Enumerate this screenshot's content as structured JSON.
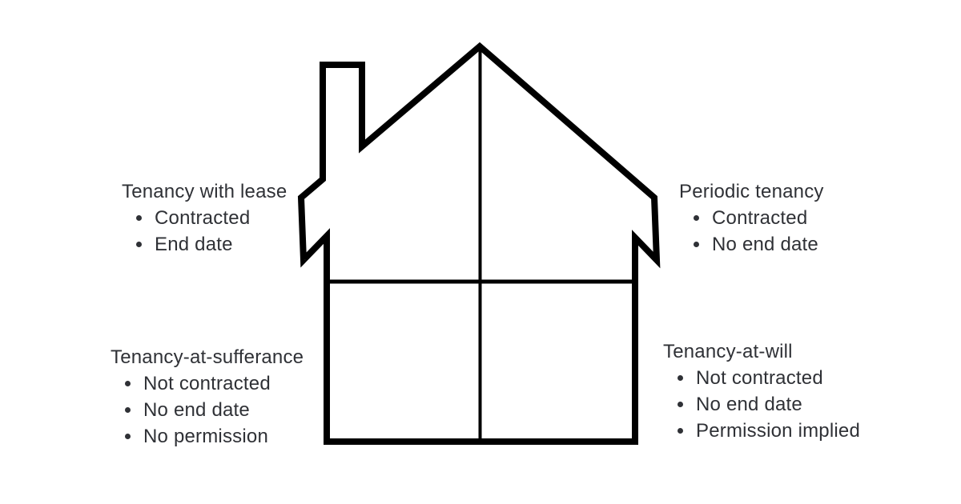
{
  "colors": {
    "line": "#000000",
    "text": "#2f3136",
    "background": "#ffffff"
  },
  "diagram": {
    "icon": "house-icon",
    "quadrants": [
      {
        "position": "top-left",
        "title": "Tenancy with lease",
        "bullets": [
          "Contracted",
          "End date"
        ]
      },
      {
        "position": "top-right",
        "title": "Periodic tenancy",
        "bullets": [
          "Contracted",
          "No end date"
        ]
      },
      {
        "position": "bottom-left",
        "title": "Tenancy-at-sufferance",
        "bullets": [
          "Not contracted",
          "No end date",
          "No permission"
        ]
      },
      {
        "position": "bottom-right",
        "title": "Tenancy-at-will",
        "bullets": [
          "Not contracted",
          "No end date",
          "Permission implied"
        ]
      }
    ]
  }
}
